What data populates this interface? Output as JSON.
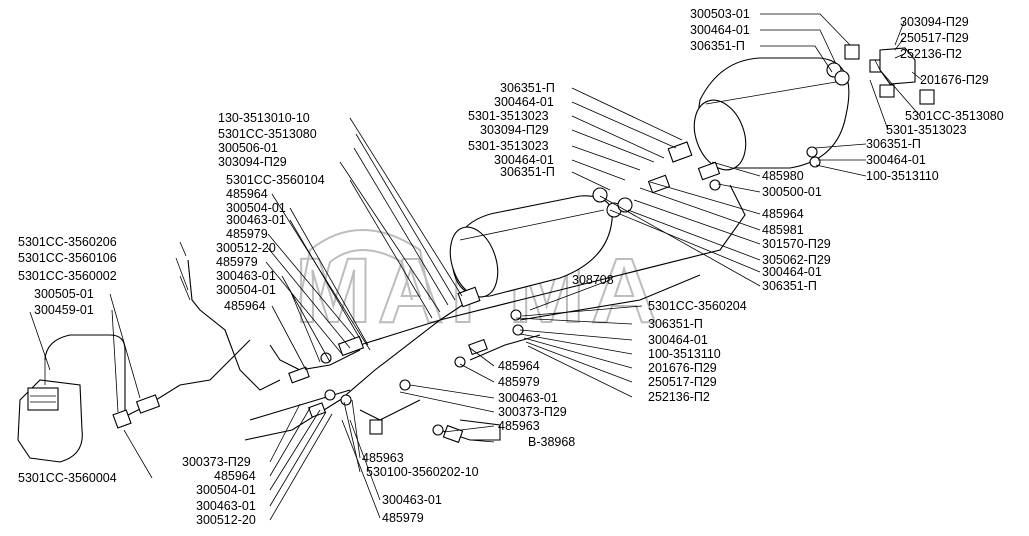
{
  "watermark": "МАГМА",
  "labels": {
    "l01": "300503-01",
    "l02": "300464-01",
    "l03": "306351-П",
    "l04": "303094-П29",
    "l05": "250517-П29",
    "l06": "252136-П2",
    "l07": "201676-П29",
    "l08": "5301СС-3513080",
    "l09": "5301-3513023",
    "l10": "306351-П",
    "l11": "300464-01",
    "l12": "100-3513110",
    "l13": "485980",
    "l14": "300500-01",
    "l15": "485964",
    "l16": "485981",
    "l17": "301570-П29",
    "l18": "305062-П29",
    "l19": "300464-01",
    "l20": "306351-П",
    "l21": "306351-П",
    "l22": "300464-01",
    "l23": "5301-3513023",
    "l24": "303094-П29",
    "l25": "5301-3513023",
    "l26": "300464-01",
    "l27": "306351-П",
    "l28": "130-3513010-10",
    "l29": "5301СС-3513080",
    "l30": "300506-01",
    "l31": "303094-П29",
    "l32": "5301СС-3560104",
    "l33": "485964",
    "l34": "300504-01",
    "l35": "300463-01",
    "l36": "485979",
    "l37": "300512-20",
    "l38": "485979",
    "l39": "300463-01",
    "l40": "300504-01",
    "l41": "485964",
    "l42": "308708",
    "l43": "5301СС-3560204",
    "l44": "306351-П",
    "l45": "300464-01",
    "l46": "100-3513110",
    "l47": "201676-П29",
    "l48": "250517-П29",
    "l49": "252136-П2",
    "l50": "5301СС-3560206",
    "l51": "5301СС-3560106",
    "l52": "5301СС-3560002",
    "l53": "300505-01",
    "l54": "300459-01",
    "l55": "485964",
    "l56": "485979",
    "l57": "300463-01",
    "l58": "300373-П29",
    "l59": "485963",
    "l60": "В-38968",
    "l61": "485963",
    "l62": "530100-3560202-10",
    "l63": "300373-П29",
    "l64": "485964",
    "l65": "300504-01",
    "l66": "300463-01",
    "l67": "300512-20",
    "l68": "300463-01",
    "l69": "485979",
    "l70": "5301СС-3560004"
  }
}
